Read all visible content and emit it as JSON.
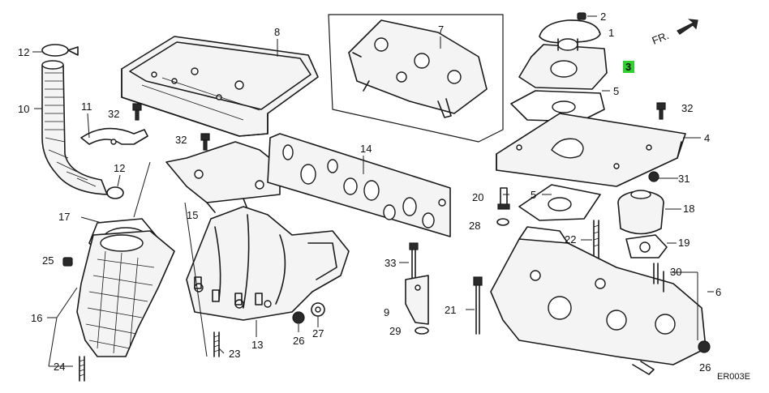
{
  "diagram_code": "ER003E",
  "direction_label": "FR.",
  "highlight_color": "#2fd12f",
  "highlighted_callout": "3",
  "callouts": {
    "c1": "1",
    "c2": "2",
    "c3": "3",
    "c4": "4",
    "c5": "5",
    "c6": "6",
    "c7": "7",
    "c8": "8",
    "c9": "9",
    "c10": "10",
    "c11": "11",
    "c12a": "12",
    "c12b": "12",
    "c13": "13",
    "c14": "14",
    "c15": "15",
    "c16": "16",
    "c17": "17",
    "c18": "18",
    "c19": "19",
    "c20": "20",
    "c21": "21",
    "c22": "22",
    "c23": "23",
    "c24": "24",
    "c25": "25",
    "c26a": "26",
    "c26b": "26",
    "c27": "27",
    "c28": "28",
    "c29": "29",
    "c30": "30",
    "c31": "31",
    "c32a": "32",
    "c32b": "32",
    "c32c": "32",
    "c33": "33"
  }
}
